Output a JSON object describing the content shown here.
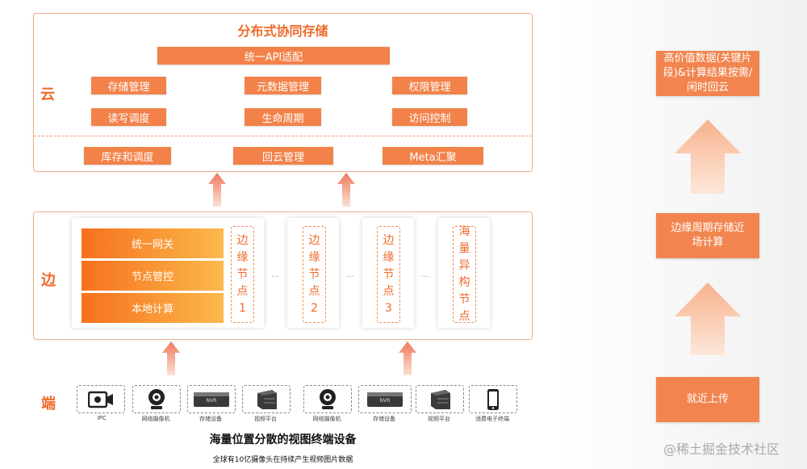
{
  "cloud": {
    "side_label": "云",
    "title": "分布式协同存储",
    "api_box": "统一API适配",
    "row1": [
      "存储管理",
      "元数据管理",
      "权限管理"
    ],
    "row2": [
      "读写调度",
      "生命周期",
      "访问控制"
    ],
    "row3": [
      "库存和调度",
      "回云管理",
      "Meta汇聚"
    ]
  },
  "edge": {
    "side_label": "边",
    "stack": [
      "统一网关",
      "节点管控",
      "本地计算"
    ],
    "nodes": [
      "边缘节点1",
      "边缘节点2",
      "边缘节点3",
      "海量异构节点"
    ],
    "ellipsis": "..."
  },
  "terminal": {
    "side_label": "端",
    "devices": [
      "IPC",
      "网络摄像机",
      "存储设备",
      "视频平台",
      "网络摄像机",
      "存储设备",
      "视频平台",
      "消费电子终端"
    ],
    "device_icons": [
      "camera-icon",
      "webcam-icon",
      "nvr-icon",
      "server-icon",
      "webcam-icon",
      "nvr-icon",
      "server-icon",
      "phone-icon"
    ],
    "nvr_badge": "NVR",
    "title": "海量位置分散的视图终端设备",
    "subtitle": "全球有10亿摄像头在持续产生视频图片数据"
  },
  "right": {
    "top": "高价值数据(关键片段)&计算结果按需/闲时回云",
    "middle": "边缘周期存储近场计算",
    "bottom": "就近上传"
  },
  "watermark": "@稀土掘金技术社区",
  "colors": {
    "accent": "#f2824a",
    "label": "#ef6a2b",
    "arrow": "#f08a6a"
  }
}
